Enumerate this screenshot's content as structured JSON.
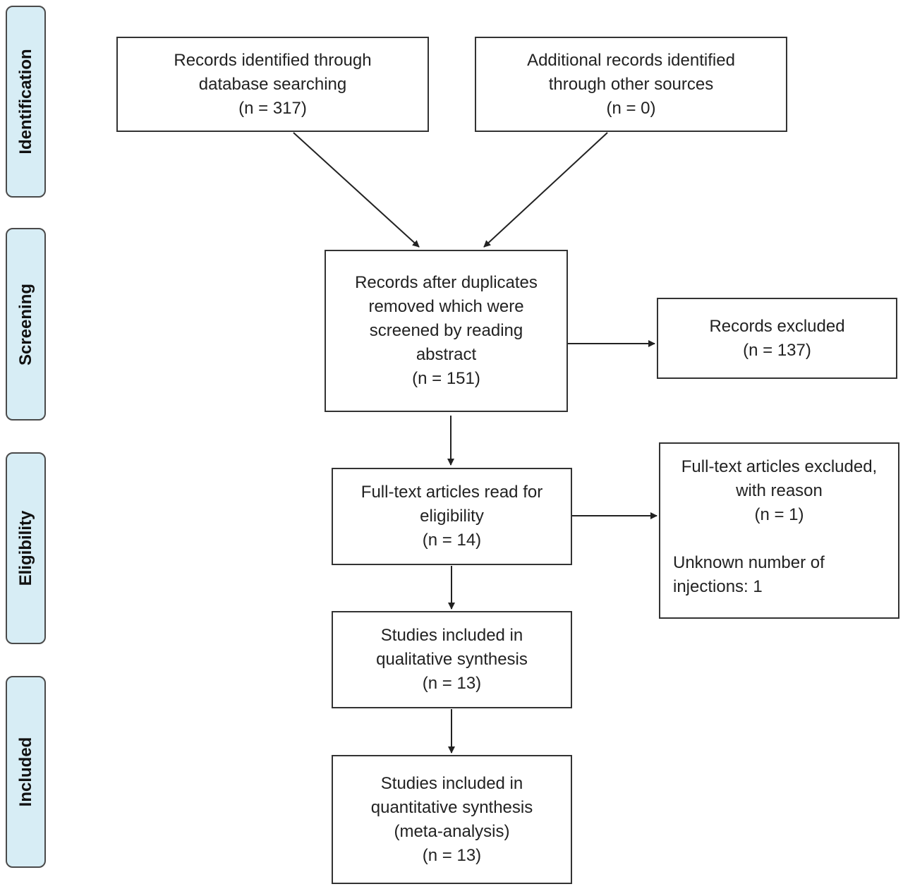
{
  "phases": [
    {
      "label": "Identification"
    },
    {
      "label": "Screening"
    },
    {
      "label": "Eligibility"
    },
    {
      "label": "Included"
    }
  ],
  "boxes": {
    "database_search": {
      "lines": [
        "Records identified through",
        "database searching",
        "(n = 317)"
      ]
    },
    "other_sources": {
      "lines": [
        "Additional records identified",
        "through other sources",
        "(n = 0)"
      ]
    },
    "screened": {
      "lines": [
        "Records after duplicates",
        "removed which were",
        "screened by reading",
        "abstract",
        "(n = 151)"
      ]
    },
    "records_excluded": {
      "lines": [
        "Records excluded",
        "(n = 137)"
      ]
    },
    "fulltext_read": {
      "lines": [
        "Full-text articles read for",
        "eligibility",
        "(n = 14)"
      ]
    },
    "fulltext_excluded": {
      "lines": [
        "Full-text articles excluded,",
        "with reason",
        "(n = 1)"
      ],
      "reason_lines": [
        "Unknown number of",
        "injections: 1"
      ]
    },
    "qualitative": {
      "lines": [
        "Studies included in",
        "qualitative synthesis",
        "(n = 13)"
      ]
    },
    "quantitative": {
      "lines": [
        "Studies included in",
        "quantitative synthesis",
        "(meta-analysis)",
        "(n = 13)"
      ]
    }
  },
  "colors": {
    "phase_fill": "#d7edf5",
    "border": "#333333",
    "arrow": "#222222"
  }
}
